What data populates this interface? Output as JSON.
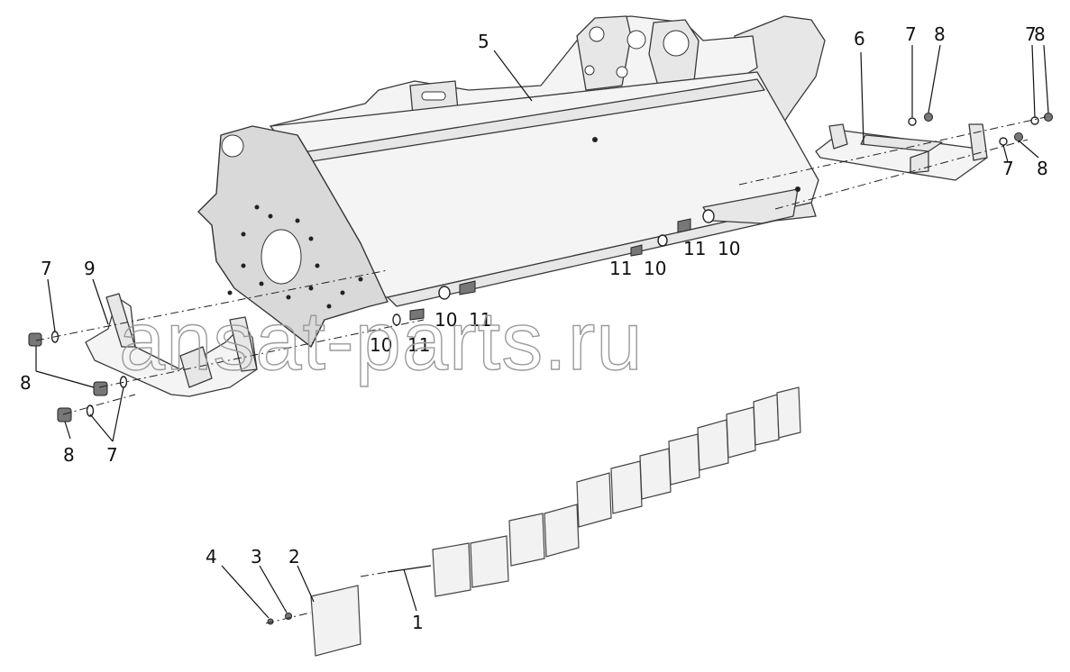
{
  "watermark": "ansat-parts.ru",
  "labels": {
    "l1": "1",
    "l2": "2",
    "l3": "3",
    "l4": "4",
    "l5": "5",
    "l6": "6",
    "l7a": "7",
    "l8a": "8",
    "l7b": "7",
    "l8b": "8",
    "l7c": "7",
    "l8c": "8",
    "l7d": "7",
    "l8d": "8",
    "l8e": "8",
    "l7e": "7",
    "l9": "9",
    "l10a": "10",
    "l11a": "11",
    "l10b": "10",
    "l11b": "11",
    "l11c": "11",
    "l10c": "10",
    "l11d": "11",
    "l10d": "10"
  }
}
